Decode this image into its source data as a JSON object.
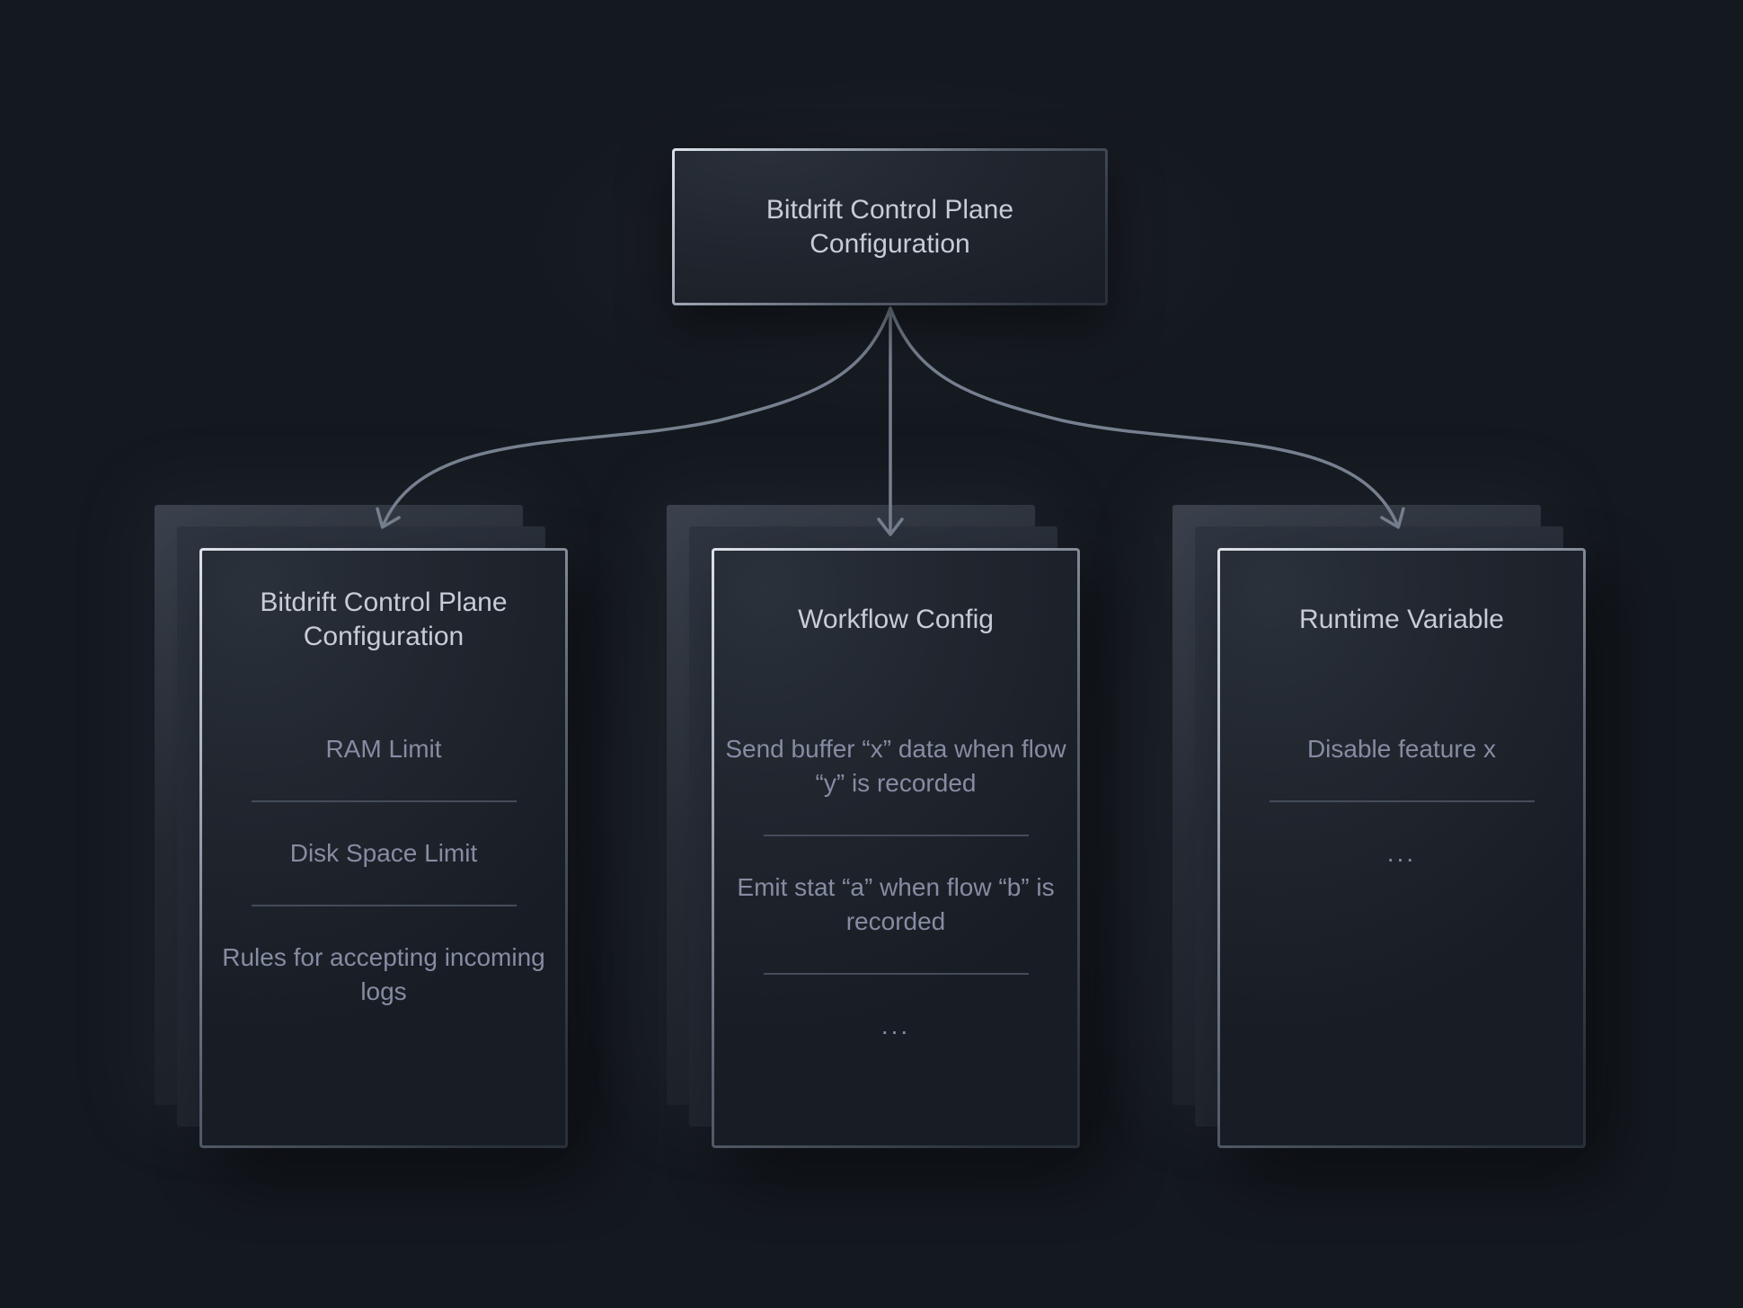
{
  "root_box": {
    "title": "Bitdrift Control Plane Configuration"
  },
  "cards": [
    {
      "title": "Bitdrift Control Plane Configuration",
      "items": [
        "RAM Limit",
        "Disk Space Limit",
        "Rules for accepting incoming logs"
      ]
    },
    {
      "title": "Workflow Config",
      "items": [
        "Send buffer “x” data when flow “y” is recorded",
        "Emit stat “a” when flow “b” is recorded",
        "..."
      ]
    },
    {
      "title": "Runtime Variable",
      "items": [
        "Disable feature x",
        "..."
      ]
    }
  ],
  "colors": {
    "background": "#14181f",
    "card_background_light": "#2a313b",
    "card_background_dark": "#181d25",
    "border_gradient_light": "#dde2e9",
    "border_gradient_dark": "#2a303a",
    "title_text": "#c7ccd7",
    "item_text": "#868ca2",
    "divider": "#454c5a",
    "arrow": "#76808f"
  }
}
